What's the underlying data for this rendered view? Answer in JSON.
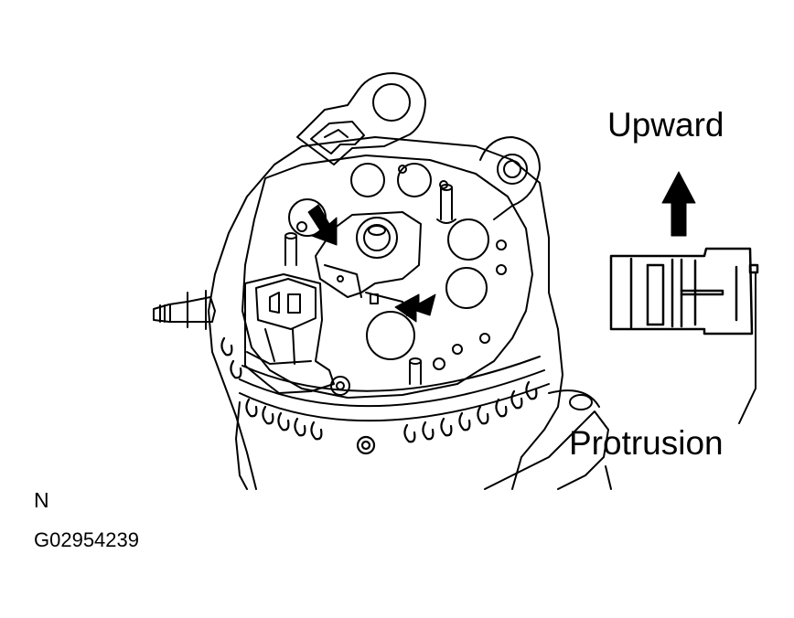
{
  "labels": {
    "upward": "Upward",
    "protrusion": "Protrusion",
    "view_letter": "N",
    "figure_code": "G02954239"
  },
  "colors": {
    "ink": "#000000",
    "paper": "#ffffff"
  },
  "icons": {
    "direction_arrow": "arrow-up-icon",
    "pointer_arrows": "arrow-icon"
  }
}
